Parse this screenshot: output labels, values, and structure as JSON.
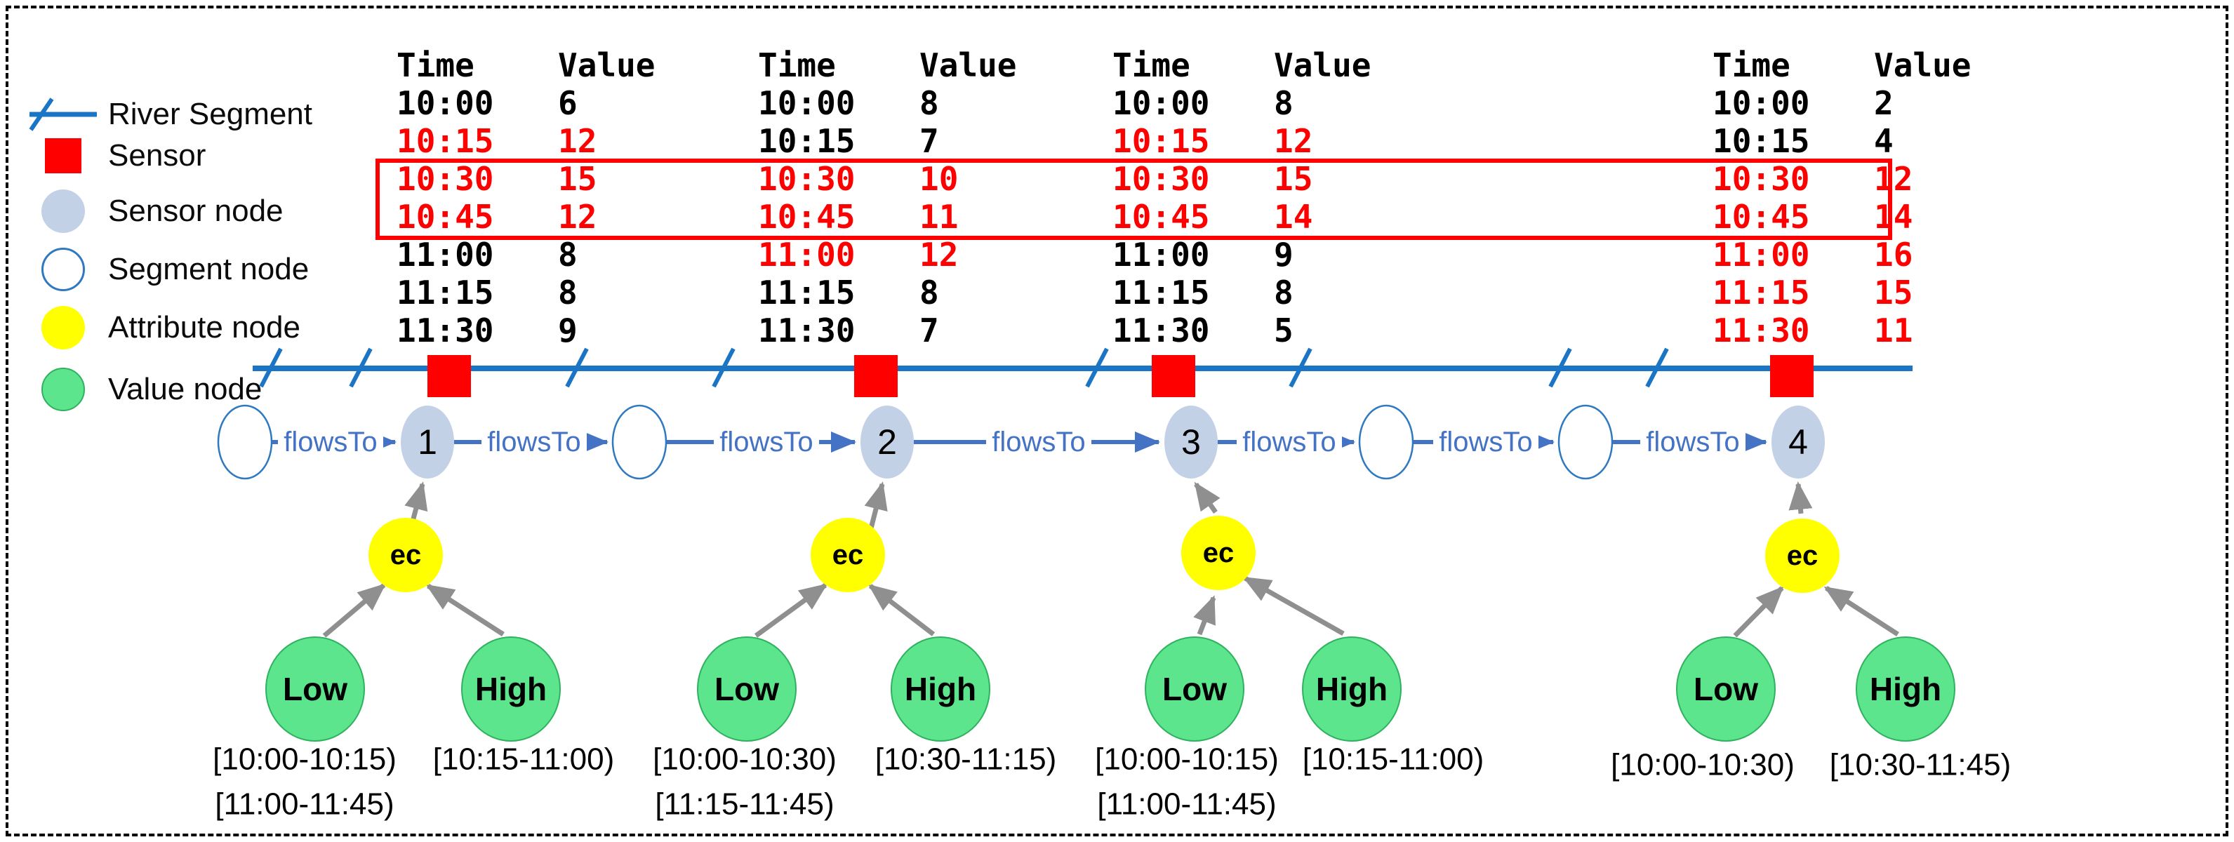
{
  "legend": {
    "items": [
      {
        "label": "River Segment"
      },
      {
        "label": "Sensor"
      },
      {
        "label": "Sensor node"
      },
      {
        "label": "Segment node"
      },
      {
        "label": "Attribute node"
      },
      {
        "label": "Value node"
      }
    ]
  },
  "tables": [
    {
      "headers": {
        "time": "Time",
        "value": "Value"
      },
      "rows": [
        {
          "time": "10:00",
          "value": "6",
          "alert": false
        },
        {
          "time": "10:15",
          "value": "12",
          "alert": true
        },
        {
          "time": "10:30",
          "value": "15",
          "alert": true
        },
        {
          "time": "10:45",
          "value": "12",
          "alert": true
        },
        {
          "time": "11:00",
          "value": "8",
          "alert": false
        },
        {
          "time": "11:15",
          "value": "8",
          "alert": false
        },
        {
          "time": "11:30",
          "value": "9",
          "alert": false
        }
      ]
    },
    {
      "headers": {
        "time": "Time",
        "value": "Value"
      },
      "rows": [
        {
          "time": "10:00",
          "value": "8",
          "alert": false
        },
        {
          "time": "10:15",
          "value": "7",
          "alert": false
        },
        {
          "time": "10:30",
          "value": "10",
          "alert": true
        },
        {
          "time": "10:45",
          "value": "11",
          "alert": true
        },
        {
          "time": "11:00",
          "value": "12",
          "alert": true
        },
        {
          "time": "11:15",
          "value": "8",
          "alert": false
        },
        {
          "time": "11:30",
          "value": "7",
          "alert": false
        }
      ]
    },
    {
      "headers": {
        "time": "Time",
        "value": "Value"
      },
      "rows": [
        {
          "time": "10:00",
          "value": "8",
          "alert": false
        },
        {
          "time": "10:15",
          "value": "12",
          "alert": true
        },
        {
          "time": "10:30",
          "value": "15",
          "alert": true
        },
        {
          "time": "10:45",
          "value": "14",
          "alert": true
        },
        {
          "time": "11:00",
          "value": "9",
          "alert": false
        },
        {
          "time": "11:15",
          "value": "8",
          "alert": false
        },
        {
          "time": "11:30",
          "value": "5",
          "alert": false
        }
      ]
    },
    {
      "headers": {
        "time": "Time",
        "value": "Value"
      },
      "rows": [
        {
          "time": "10:00",
          "value": "2",
          "alert": false
        },
        {
          "time": "10:15",
          "value": "4",
          "alert": false
        },
        {
          "time": "10:30",
          "value": "12",
          "alert": true
        },
        {
          "time": "10:45",
          "value": "14",
          "alert": true
        },
        {
          "time": "11:00",
          "value": "16",
          "alert": true
        },
        {
          "time": "11:15",
          "value": "15",
          "alert": true
        },
        {
          "time": "11:30",
          "value": "11",
          "alert": true
        }
      ]
    }
  ],
  "graph": {
    "flows_label": "flowsTo",
    "attribute_label": "ec",
    "low_label": "Low",
    "high_label": "High",
    "sensor_nodes": [
      "1",
      "2",
      "3",
      "4"
    ],
    "groups": [
      {
        "low_intervals": [
          "[10:00-10:15)",
          "[11:00-11:45)"
        ],
        "high_intervals": [
          "[10:15-11:00)"
        ]
      },
      {
        "low_intervals": [
          "[10:00-10:30)",
          "[11:15-11:45)"
        ],
        "high_intervals": [
          "[10:30-11:15)"
        ]
      },
      {
        "low_intervals": [
          "[10:00-10:15)",
          "[11:00-11:45)"
        ],
        "high_intervals": [
          "[10:15-11:00)"
        ]
      },
      {
        "low_intervals": [
          "[10:00-10:30)"
        ],
        "high_intervals": [
          "[10:30-11:45)"
        ]
      }
    ]
  },
  "colors": {
    "river_blue": "#1b75c5",
    "arrow_blue": "#4472c4",
    "sensor_red": "#ff0000",
    "alert_text_red": "#fe0000",
    "sensor_node_fill": "#c3d1e7",
    "segment_node_stroke": "#2e79c0",
    "attribute_node_fill": "#ffff00",
    "value_node_fill": "#5ce58d",
    "value_node_stroke": "#2fb25f",
    "gray_arrow": "#8f8f8f",
    "text_black": "#000000"
  }
}
